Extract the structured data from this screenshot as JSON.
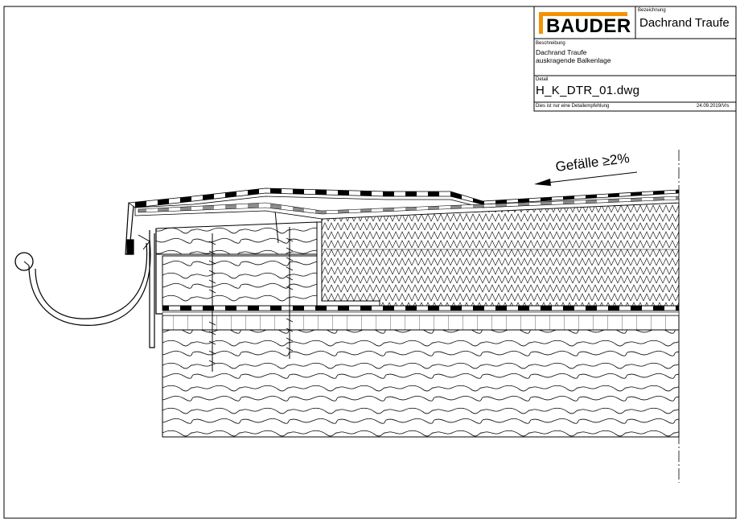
{
  "titleblock": {
    "logo": "BAUDER",
    "bezeichnung_label": "Bezeichnung",
    "bezeichnung": "Dachrand Traufe",
    "beschreibung_label": "Beschreibung",
    "beschreibung_line1": "Dachrand Traufe",
    "beschreibung_line2": "auskragende Balkenlage",
    "detail_label": "Detail",
    "detail": "H_K_DTR_01.dwg",
    "note": "Dies ist nur eine Detailempfehlung",
    "date": "24.09.2019/Vrs"
  },
  "drawing": {
    "slope_label": "Gefälle ≥2%"
  },
  "colors": {
    "line": "#000000",
    "membrane_grey": "#8c8c8c",
    "logo_orange": "#f39200"
  }
}
